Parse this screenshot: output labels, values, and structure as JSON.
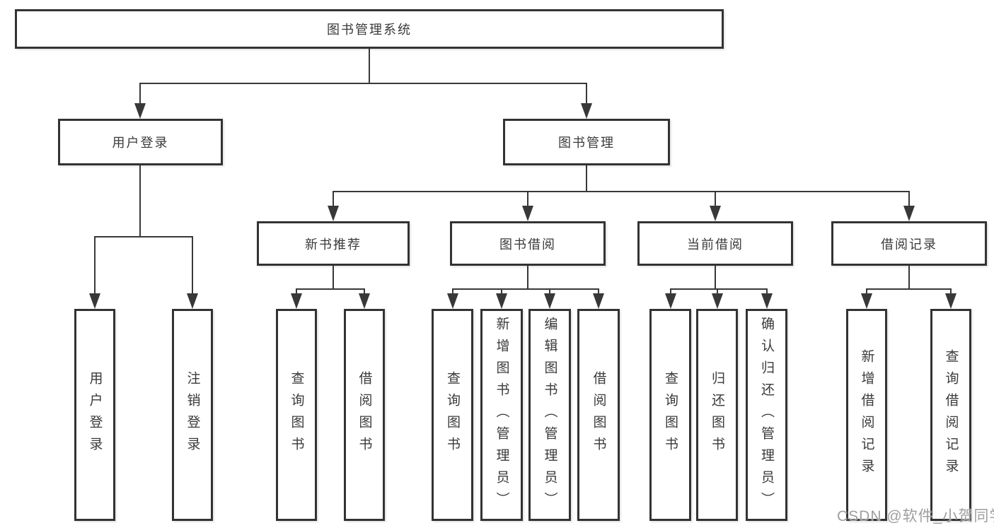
{
  "diagram": {
    "level1": {
      "label": "图书管理系统"
    },
    "level2": [
      {
        "label": "用户登录"
      },
      {
        "label": "图书管理"
      }
    ],
    "level3": [
      {
        "label": "新书推荐"
      },
      {
        "label": "图书借阅"
      },
      {
        "label": "当前借阅"
      },
      {
        "label": "借阅记录"
      }
    ],
    "leaves": [
      {
        "label": "用户登录"
      },
      {
        "label": "注销登录"
      },
      {
        "label": "查询图书"
      },
      {
        "label": "借阅图书"
      },
      {
        "label": "查询图书"
      },
      {
        "label": "新增图书（管理员）"
      },
      {
        "label": "编辑图书（管理员）"
      },
      {
        "label": "借阅图书"
      },
      {
        "label": "查询图书"
      },
      {
        "label": "归还图书"
      },
      {
        "label": "确认归还（管理员）"
      },
      {
        "label": "新增借阅记录"
      },
      {
        "label": "查询借阅记录"
      }
    ]
  },
  "watermark": {
    "text": "CSDN @软件_小贺同学"
  },
  "colors": {
    "line": "#383838",
    "border": "#333333",
    "text": "#3a3a3a",
    "watermark": "#9e9e9e",
    "background": "#ffffff"
  }
}
